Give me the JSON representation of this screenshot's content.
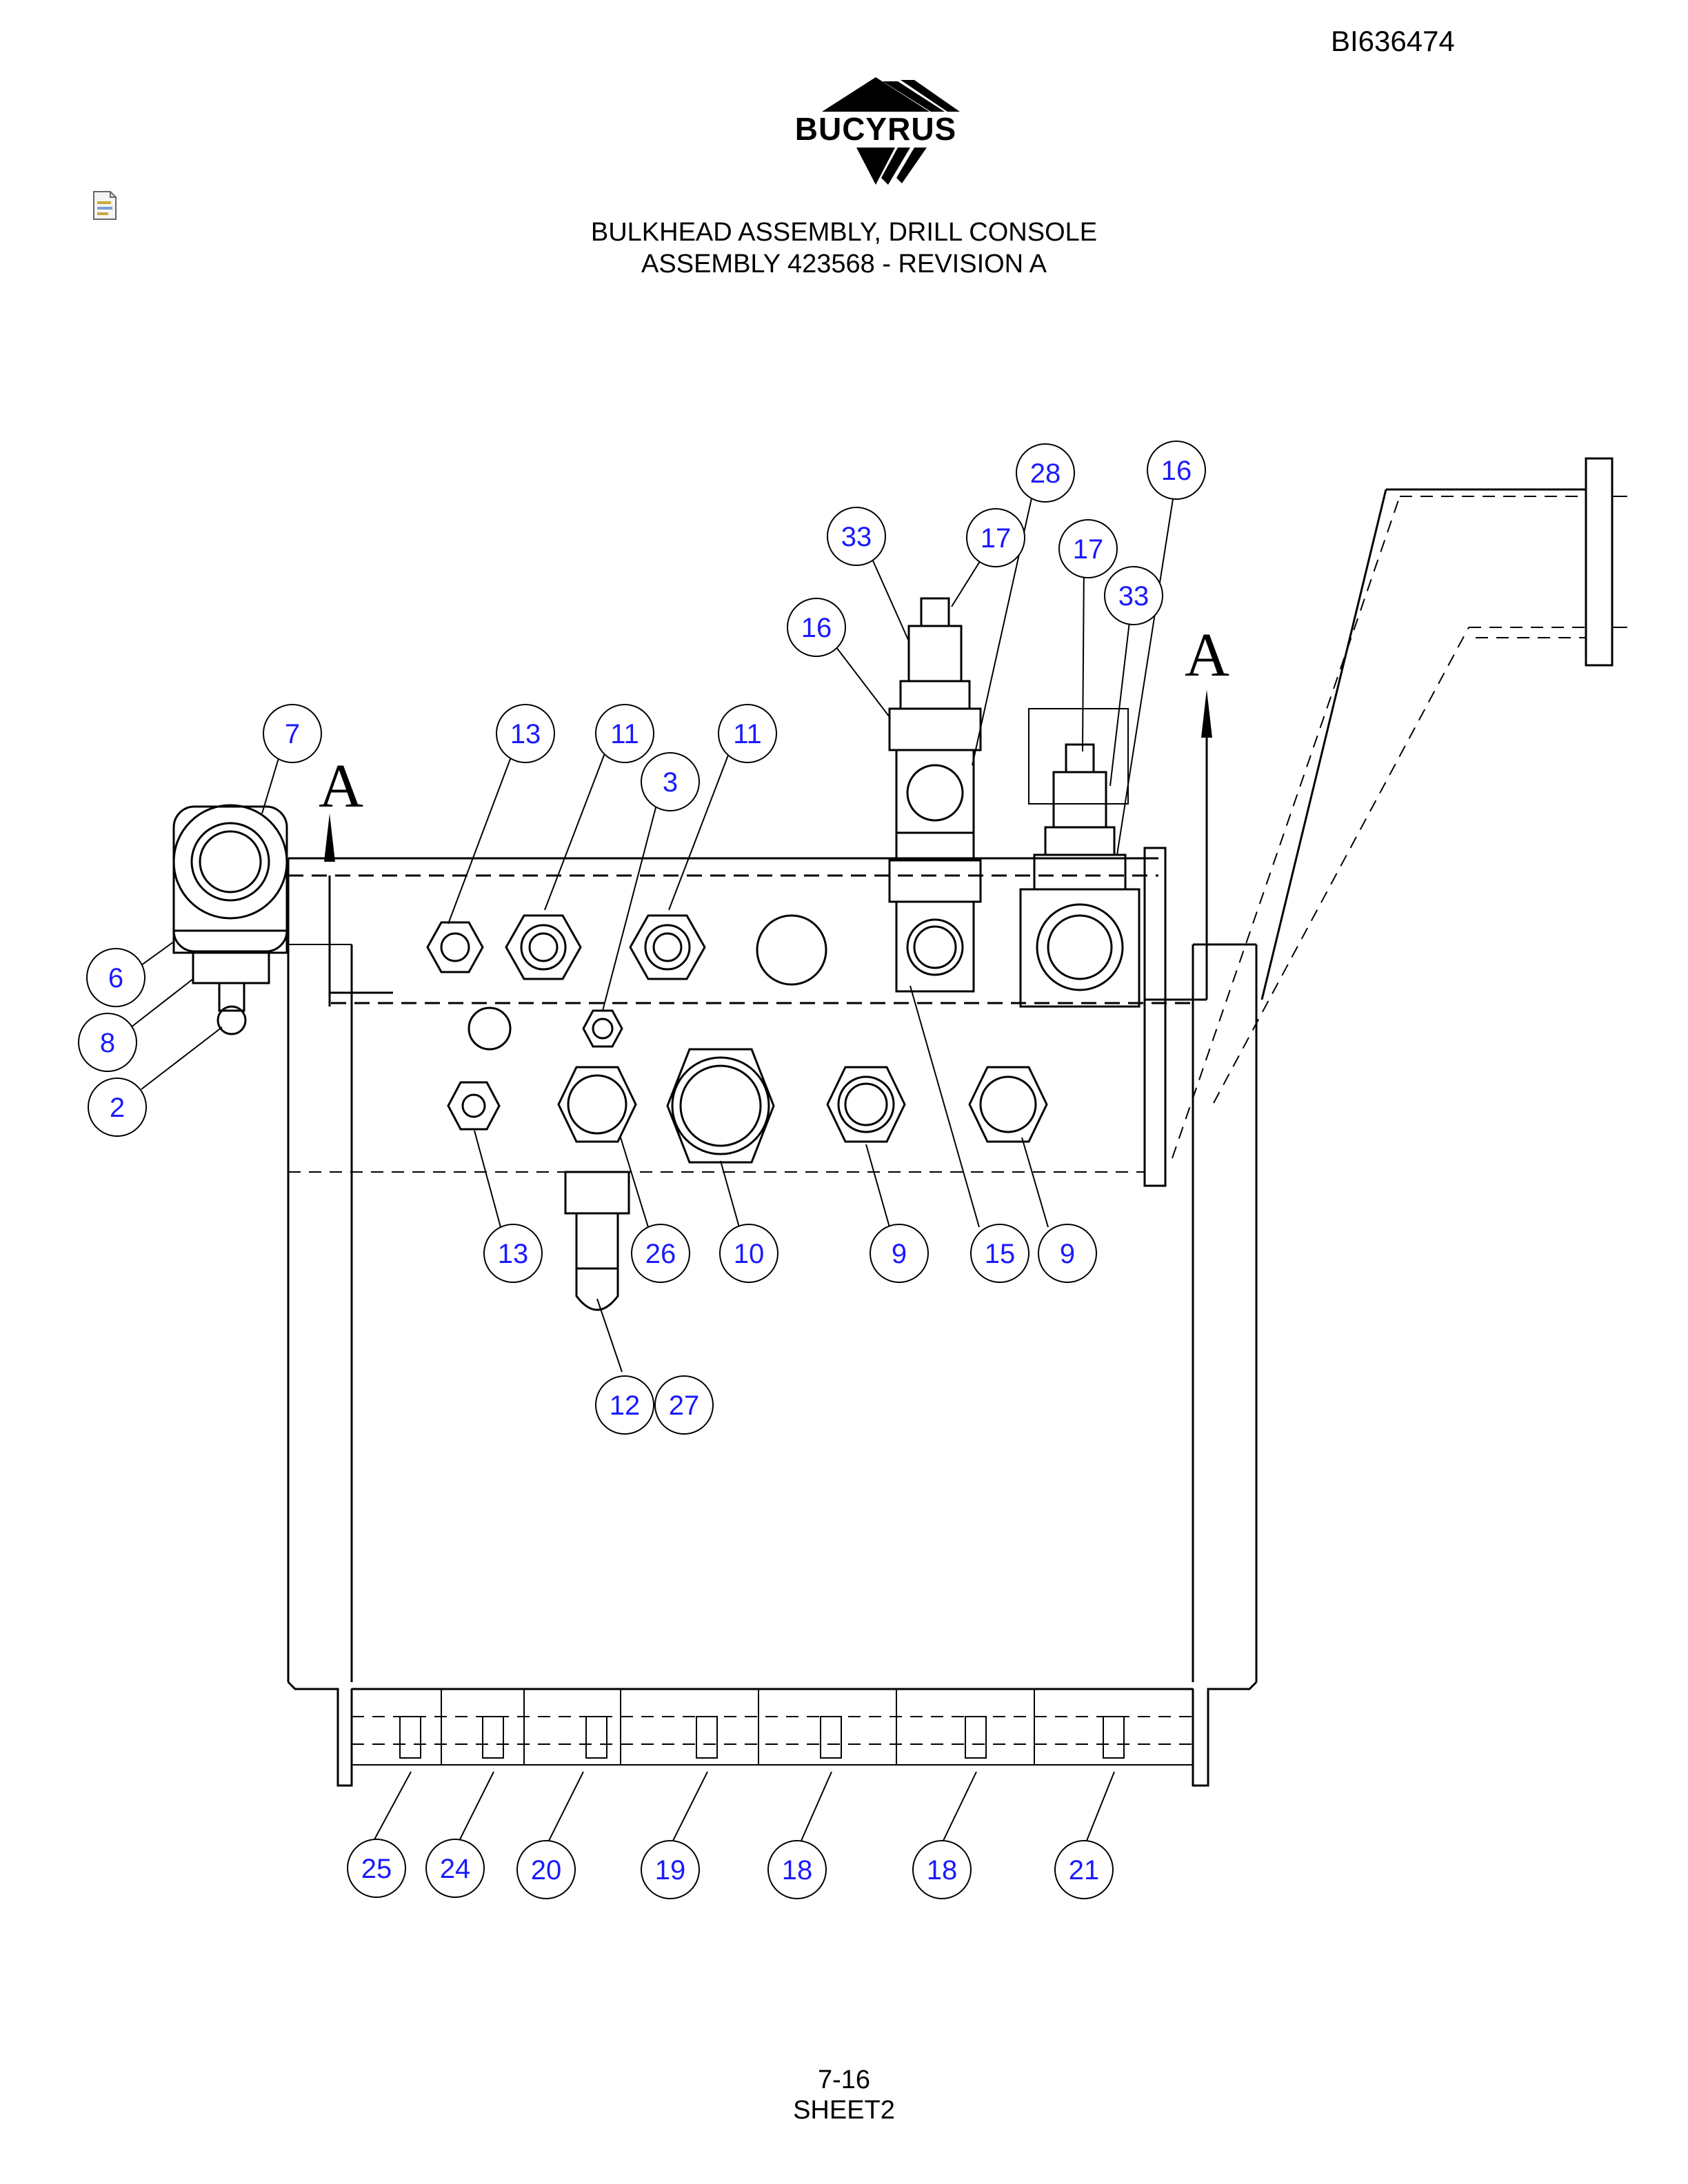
{
  "header": {
    "doc_number": "BI636474",
    "logo_text": "BUCYRUS"
  },
  "title": {
    "line1": "BULKHEAD ASSEMBLY, DRILL CONSOLE",
    "line2": "ASSEMBLY 423568 - REVISION A"
  },
  "section_marks": {
    "left": "A",
    "right": "A"
  },
  "balloons": {
    "b28": "28",
    "b16_top": "16",
    "b33_top": "33",
    "b17_top": "17",
    "b17_right": "17",
    "b33_right": "33",
    "b16_left": "16",
    "b7": "7",
    "b13_top": "13",
    "b11_a": "11",
    "b11_b": "11",
    "b3": "3",
    "b6": "6",
    "b8": "8",
    "b2": "2",
    "b13_bottom": "13",
    "b26": "26",
    "b10": "10",
    "b9_a": "9",
    "b15": "15",
    "b9_b": "9",
    "b12": "12",
    "b27": "27",
    "b25": "25",
    "b24": "24",
    "b20": "20",
    "b19": "19",
    "b18_a": "18",
    "b18_b": "18",
    "b21": "21"
  },
  "footer": {
    "page": "7-16",
    "sheet": "SHEET2"
  }
}
